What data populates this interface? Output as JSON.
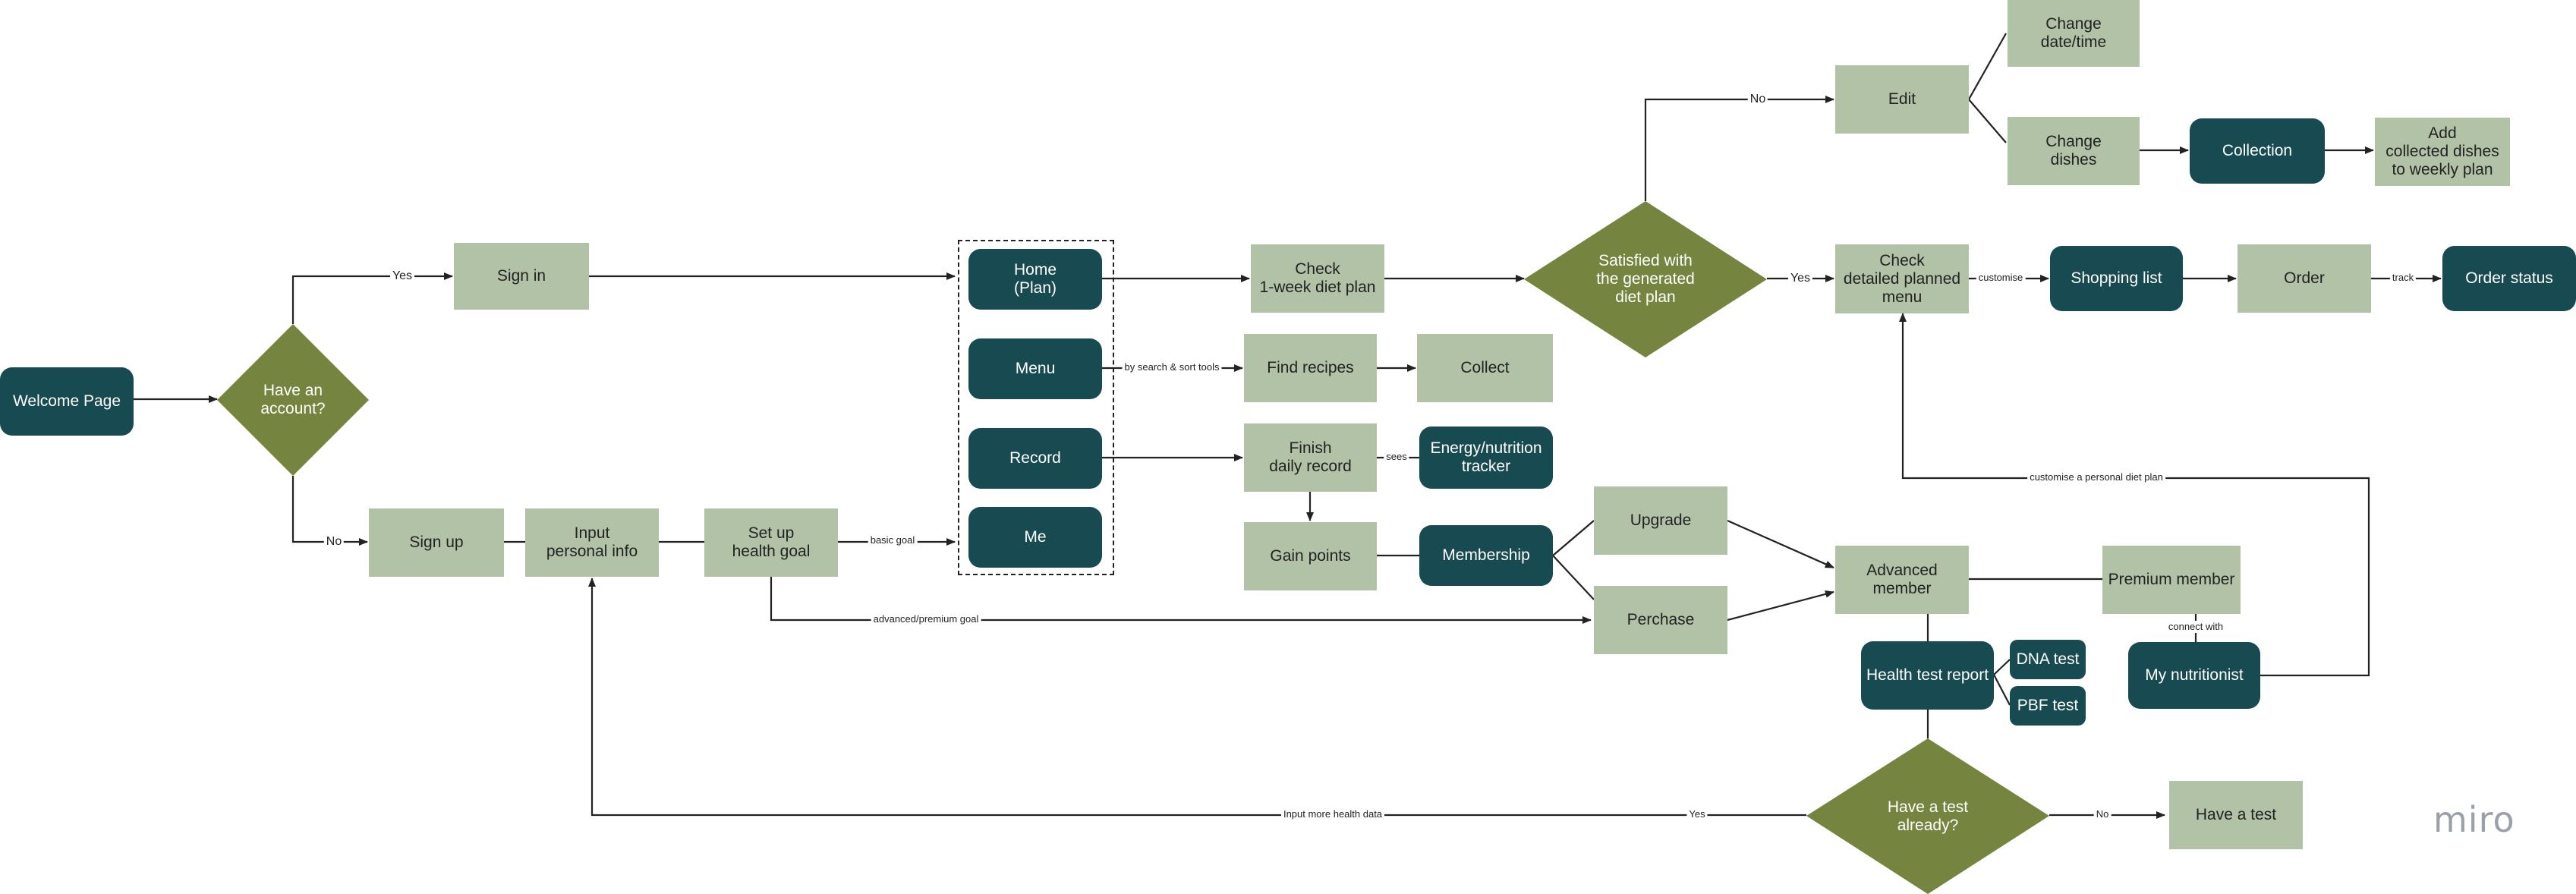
{
  "nodes": {
    "welcome": "Welcome Page",
    "sign_in": "Sign in",
    "sign_up": "Sign up",
    "input_info": "Input\npersonal info",
    "health_goal": "Set up\nhealth goal",
    "home": "Home\n(Plan)",
    "menu": "Menu",
    "record": "Record",
    "me": "Me",
    "check_week": "Check\n1-week diet plan",
    "find_recipes": "Find recipes",
    "collect": "Collect",
    "finish_record": "Finish\ndaily record",
    "energy_tracker": "Energy/nutrition\ntracker",
    "gain_points": "Gain points",
    "membership": "Membership",
    "upgrade": "Upgrade",
    "purchase": "Perchase",
    "edit": "Edit",
    "change_date": "Change\ndate/time",
    "change_dishes": "Change\ndishes",
    "collection": "Collection",
    "add_collected": "Add\ncollected dishes\nto weekly plan",
    "check_detailed": "Check\ndetailed planned\nmenu",
    "shopping_list": "Shopping list",
    "order": "Order",
    "order_status": "Order status",
    "advanced_member": "Advanced member",
    "premium_member": "Premium member",
    "health_report": "Health test report",
    "dna_test": "DNA test",
    "pbf_test": "PBF test",
    "nutritionist": "My nutritionist",
    "have_test": "Have a test"
  },
  "decisions": {
    "have_account": "Have an\naccount?",
    "satisfied": "Satisfied with\nthe generated\ndiet plan",
    "test_already": "Have a test\nalready?"
  },
  "edge_labels": {
    "yes_signin": "Yes",
    "no_signup": "No",
    "basic_goal": "basic goal",
    "advanced_goal": "advanced/premium goal",
    "search_sort": "by search & sort tools",
    "sees": "sees",
    "no_edit": "No",
    "yes_detailed": "Yes",
    "customise": "customise",
    "track": "track",
    "customise_personal": "customise a personal diet plan",
    "connect_with": "connect with",
    "input_more": "Input more health data",
    "yes_input": "Yes",
    "no_test": "No"
  },
  "logo": "miro",
  "colors": {
    "light_box": "#b2c2a7",
    "dark_box": "#174a51",
    "diamond": "#758540",
    "line": "#222222"
  }
}
